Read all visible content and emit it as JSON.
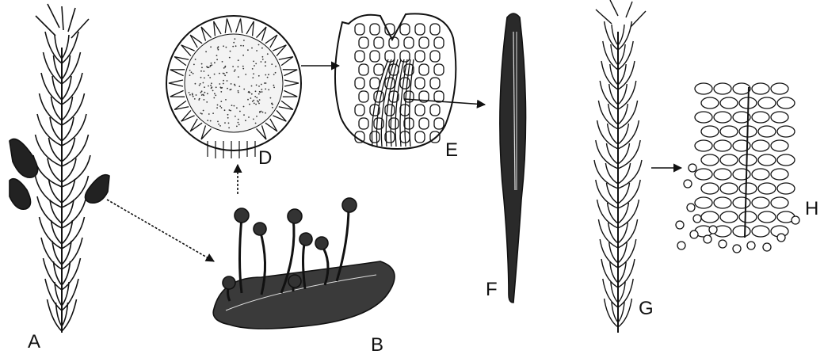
{
  "labels": {
    "A": "A",
    "B": "B",
    "D": "D",
    "E": "E",
    "F": "F",
    "G": "G",
    "H": "H"
  },
  "colors": {
    "ink": "#111111",
    "paper": "#ffffff"
  },
  "panels": [
    {
      "id": "A",
      "depicts": "wheat-ear-with-sclerotia"
    },
    {
      "id": "B",
      "depicts": "germinating-sclerotium-with-stromata"
    },
    {
      "id": "D",
      "depicts": "stroma-head-section"
    },
    {
      "id": "E",
      "depicts": "perithecium"
    },
    {
      "id": "F",
      "depicts": "ascus"
    },
    {
      "id": "G",
      "depicts": "infected-ear"
    },
    {
      "id": "H",
      "depicts": "conidia-producing-tissue"
    }
  ]
}
